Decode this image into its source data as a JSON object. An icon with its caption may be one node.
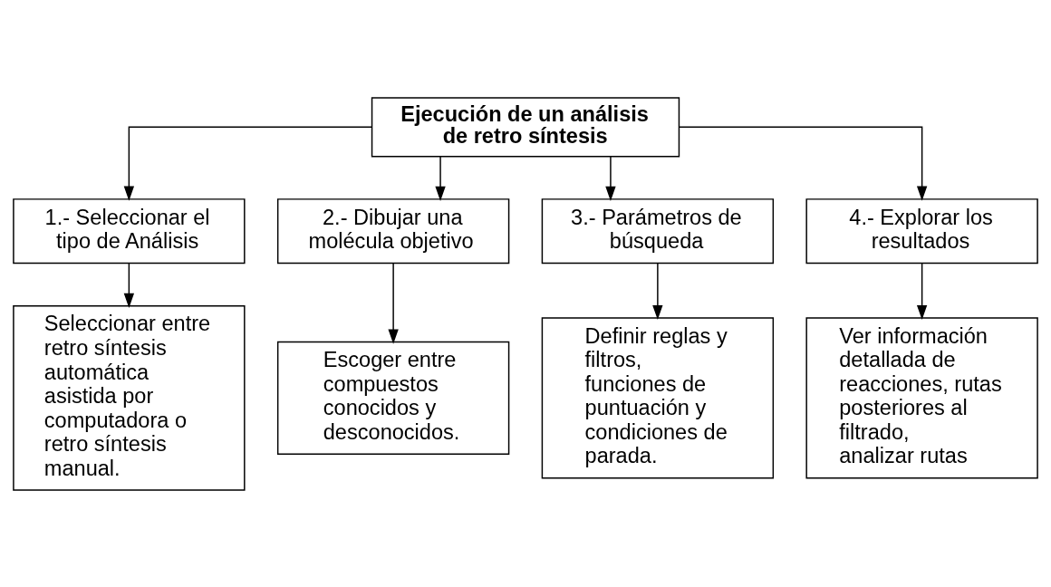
{
  "diagram": {
    "nodes": [
      {
        "text": [
          "Ejecución de un análisis de retro síntesis"
        ]
      },
      {
        "text": [
          "1.- Seleccionar el tipo de Análisis"
        ]
      },
      {
        "text": [
          "2.- Dibujar una molécula objetivo"
        ]
      },
      {
        "text": [
          "3.- Parámetros de búsqueda"
        ]
      },
      {
        "text": [
          "4.- Explorar los resultados"
        ]
      },
      {
        "text": [
          "Seleccionar entre retro síntesis automática asistida por computadora o retro síntesis manual."
        ]
      },
      {
        "text": [
          "Escoger entre compuestos conocidos y desconocidos."
        ]
      },
      {
        "text": [
          "Definir reglas y filtros, funciones de puntuación y condiciones de parada."
        ]
      },
      {
        "text": [
          "Ver información detallada de reacciones, rutas posteriores al filtrado, analizar rutas"
        ]
      }
    ],
    "edges": [
      {
        "from": 0,
        "to": 1,
        "arrow": "to"
      },
      {
        "from": 0,
        "to": 2,
        "arrow": "to"
      },
      {
        "from": 0,
        "to": 3,
        "arrow": "to"
      },
      {
        "from": 0,
        "to": 4,
        "arrow": "to"
      },
      {
        "from": 1,
        "to": 5,
        "arrow": "to"
      },
      {
        "from": 2,
        "to": 6,
        "arrow": "to"
      },
      {
        "from": 3,
        "to": 7,
        "arrow": "to"
      },
      {
        "from": 4,
        "to": 8,
        "arrow": "to"
      }
    ]
  }
}
